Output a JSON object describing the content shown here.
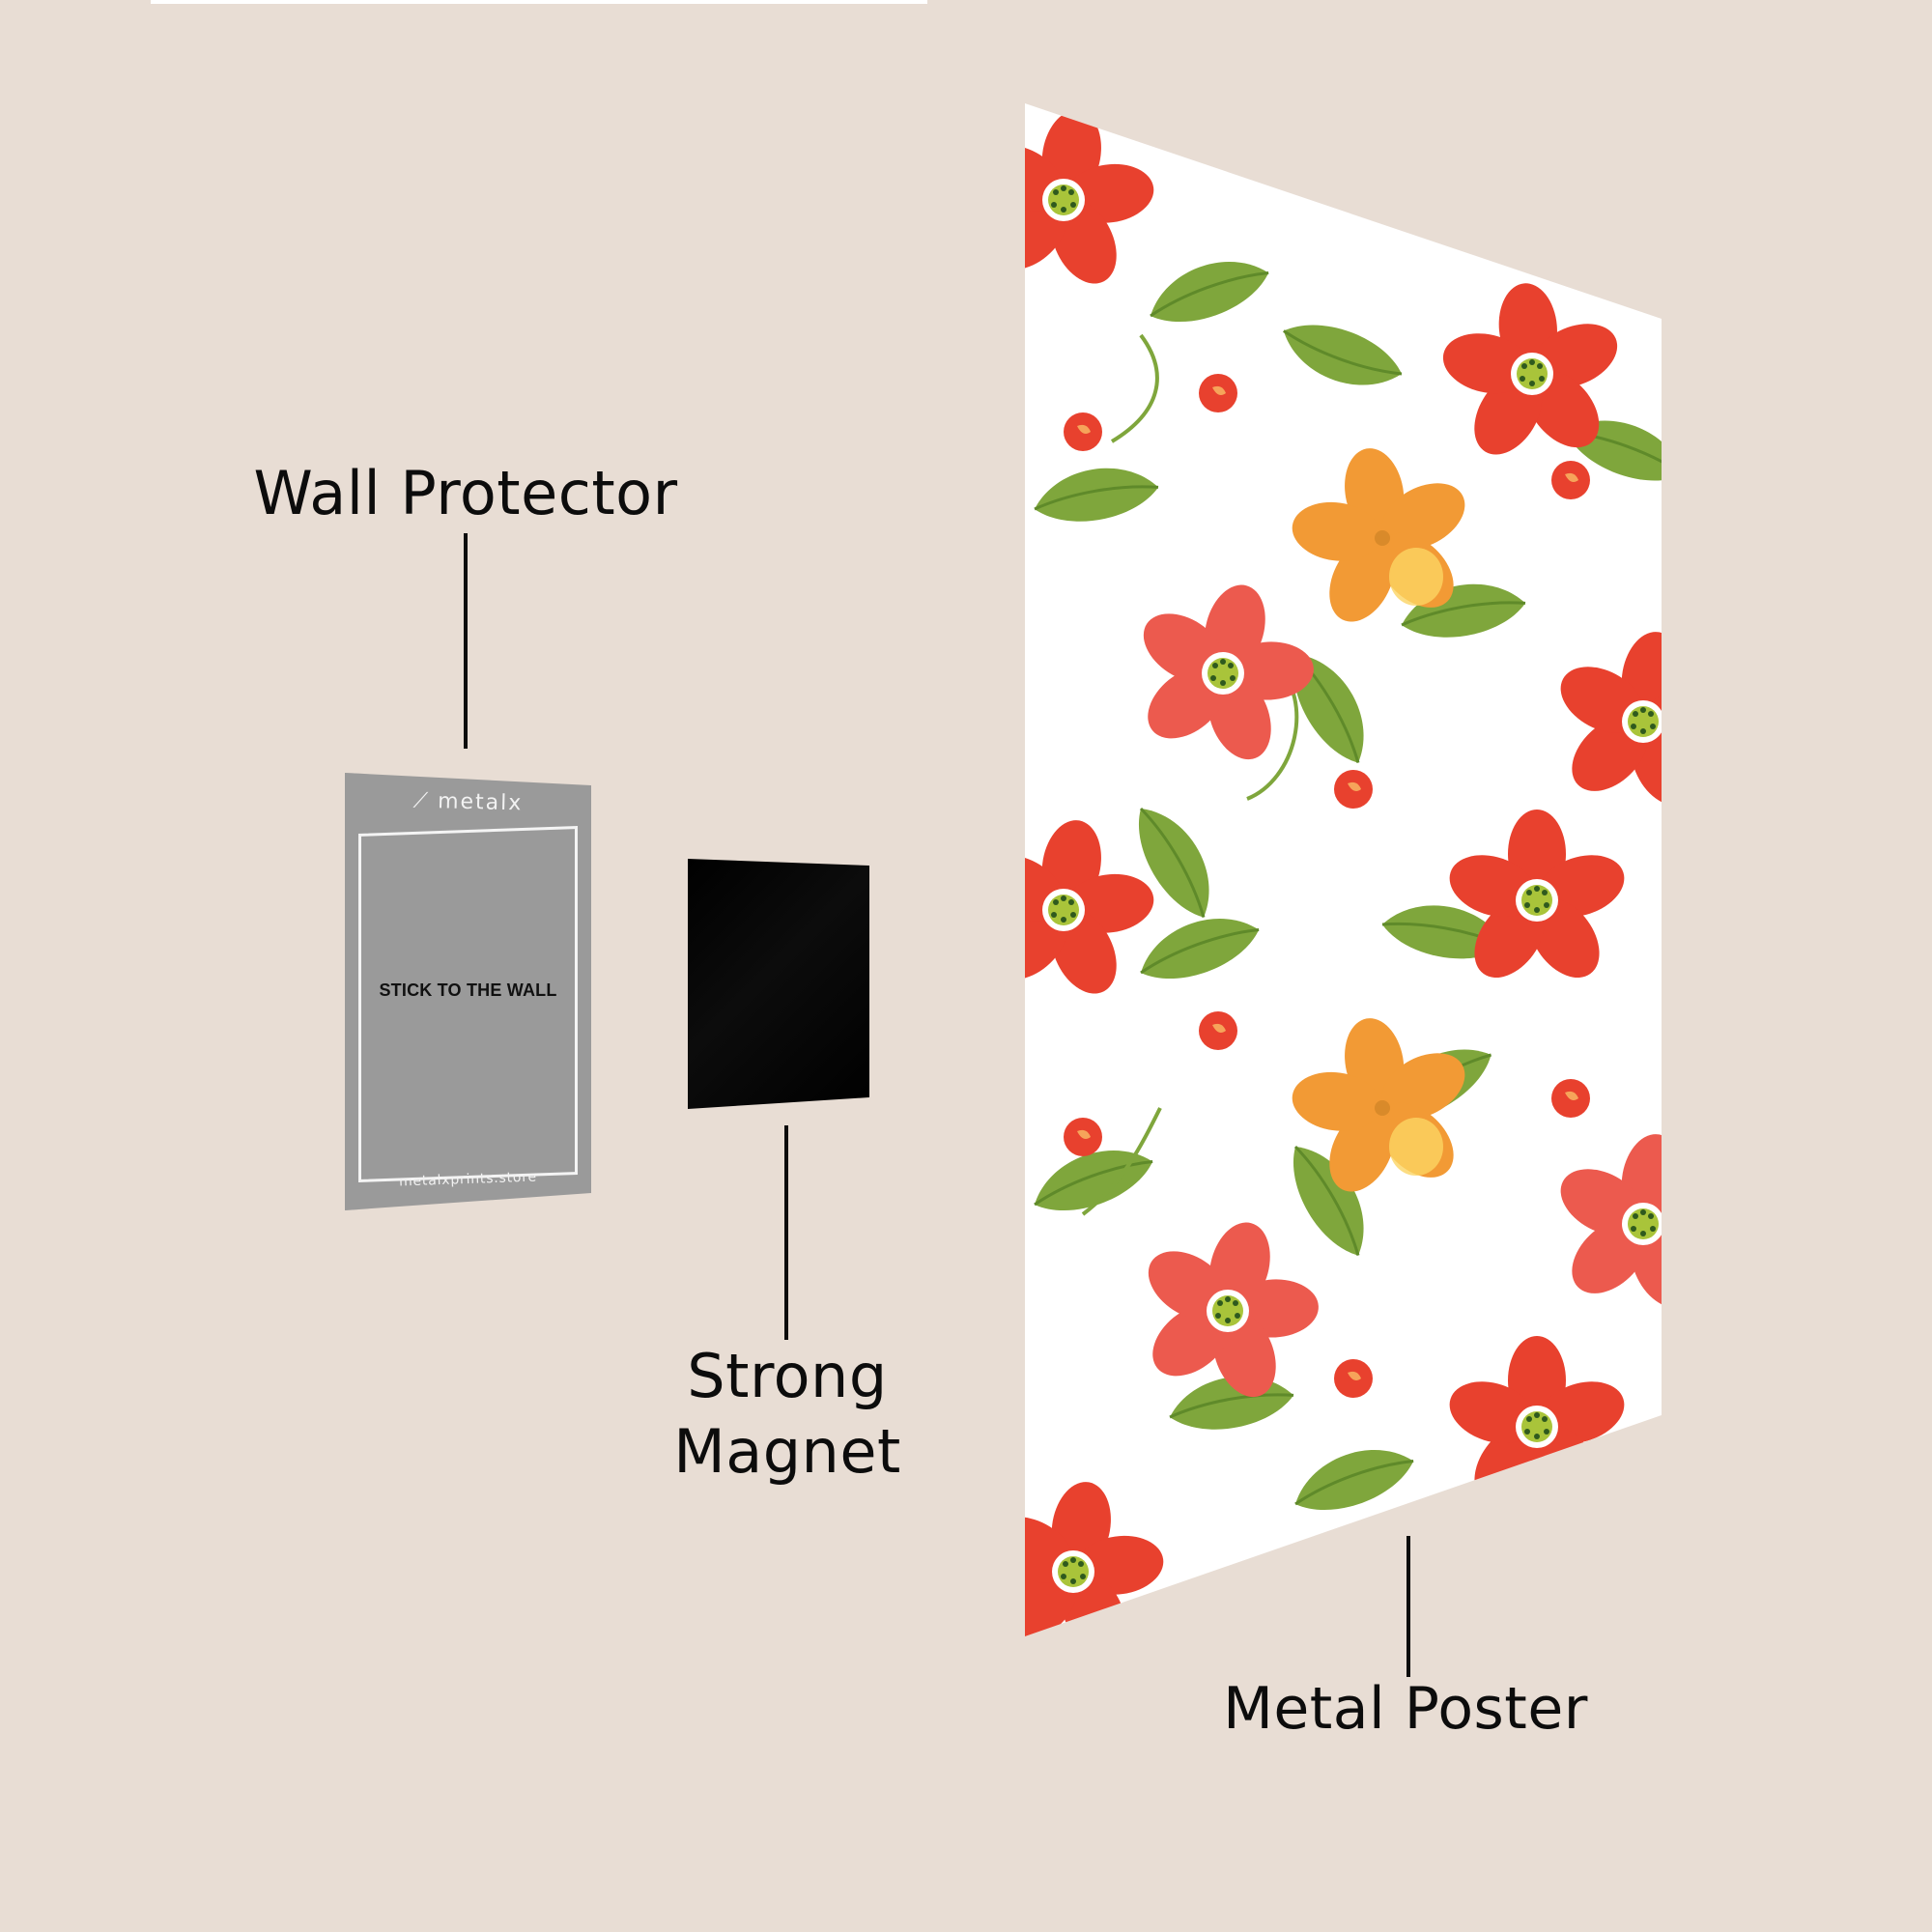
{
  "colors": {
    "background": "#e8ddd4",
    "text": "#0c0c0c",
    "protector_gray": "#9a9a9a",
    "magnet_black": "#000000",
    "poster_white": "#ffffff",
    "flower_red": "#e8412e",
    "flower_orange": "#f29a35",
    "leaf_green": "#7fa63c"
  },
  "labels": {
    "wall_protector": "Wall Protector",
    "strong_magnet_line1": "Strong",
    "strong_magnet_line2": "Magnet",
    "metal_poster": "Metal Poster"
  },
  "wall_protector": {
    "logo_mark": "⟋",
    "logo_text": "metalx",
    "instruction": "STICK TO THE WALL",
    "url": "metalxprints.store"
  },
  "poster": {
    "pattern": "floral",
    "icon": "flower-pattern-icon"
  }
}
